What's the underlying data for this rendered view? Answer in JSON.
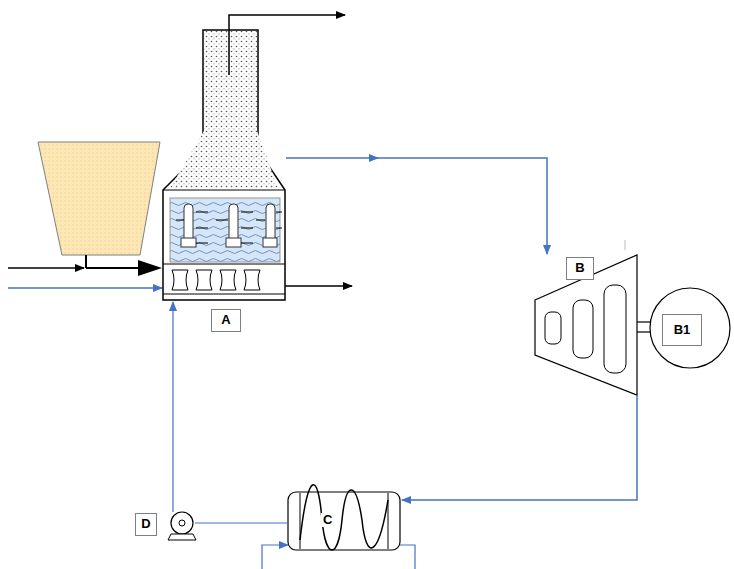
{
  "diagram": {
    "nodes": [
      {
        "text": [
          "A"
        ]
      },
      {
        "text": [
          "B"
        ]
      },
      {
        "text": [
          "B1"
        ]
      },
      {
        "text": [
          "D"
        ]
      }
    ],
    "labels": [
      "C"
    ]
  }
}
